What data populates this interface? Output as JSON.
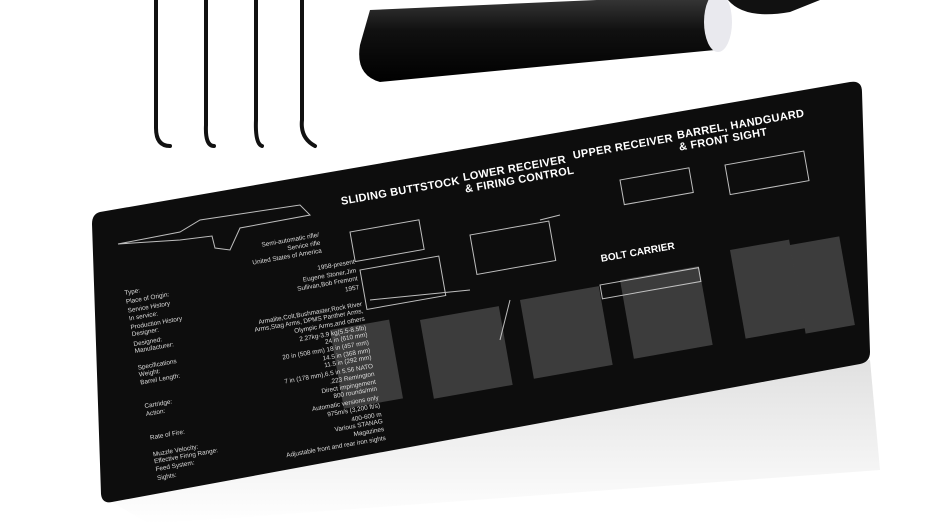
{
  "mat": {
    "sections": [
      "SLIDING BUTTSTOCK",
      "LOWER RECEIVER\n& FIRING CONTROL",
      "UPPER RECEIVER",
      "BARREL, HANDGUARD\n& FRONT SIGHT"
    ],
    "subsection": "BOLT CARRIER",
    "rifle_caption": "Semi-automatic rifle/\nService rifle\nUnited States of America",
    "specs": [
      {
        "label": "Type:",
        "value": ""
      },
      {
        "label": "Place of Origin:",
        "value": "1958-present"
      },
      {
        "label": "Service History\nIn service:",
        "value": "Eugene Stoner,Jim\nSullivan,Bob Fremont"
      },
      {
        "label": "Production History\nDesigner:",
        "value": "1957"
      },
      {
        "label": "Designed:\nManufacturer:",
        "value": "Armalite,Colt,Bushmaster,Rock River\nArms,Stag Arms, DPMS Panther Arms,\nOlympic Arms,and others"
      },
      {
        "label": "Specifications\nWeight:\nBarrel Length:",
        "value": "2.27kg-3.9 kg(5.5-8.5lb)\n24 in (610 mm)\n20 in (508 mm) 18 in (457 mm)\n14.5 in (368 mm)\n11.5 in (292 mm)"
      },
      {
        "label": "Cartridge:\nAction:",
        "value": "7 in (178 mm),6.5 in 5.56 NATO\n.223 Remington\nDirect impingement\n800 rounds/min"
      },
      {
        "label": "Rate of Fire:",
        "value": "Automatic versions only\n975m/s (3,200 ft/s)"
      },
      {
        "label": "Muzzle Velocity:\nEffective Firing Range:\nFeed System:",
        "value": "400-600 m\nVarious STANAG\nMagazines"
      },
      {
        "label": "Sights:",
        "value": "Adjustable front and rear iron sights"
      }
    ]
  },
  "colors": {
    "mat": "#0d0d0d",
    "print": "#ffffff",
    "background": "#ffffff"
  }
}
